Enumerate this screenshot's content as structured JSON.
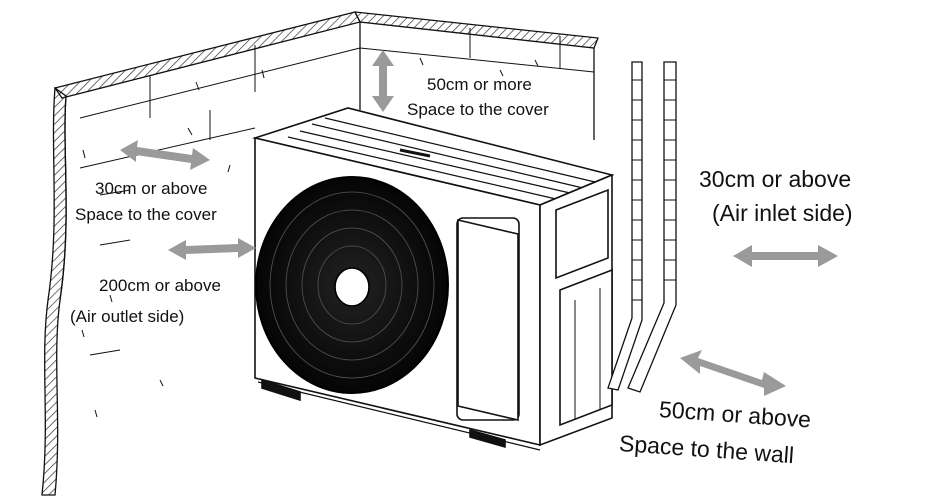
{
  "clearances": {
    "top": {
      "line1": "50cm or more",
      "line2": "Space to the cover"
    },
    "left": {
      "line1": "30cm  or above",
      "line2": "Space to the cover"
    },
    "outlet": {
      "line1": "200cm or above",
      "line2": "(Air outlet side)"
    },
    "inlet": {
      "line1": "30cm or above",
      "line2": "(Air inlet side)"
    },
    "wall": {
      "line1": "50cm or above",
      "line2": "Space to the wall"
    }
  },
  "colors": {
    "arrow": "#9a9a9a",
    "line": "#111111",
    "hatch": "#333333"
  }
}
